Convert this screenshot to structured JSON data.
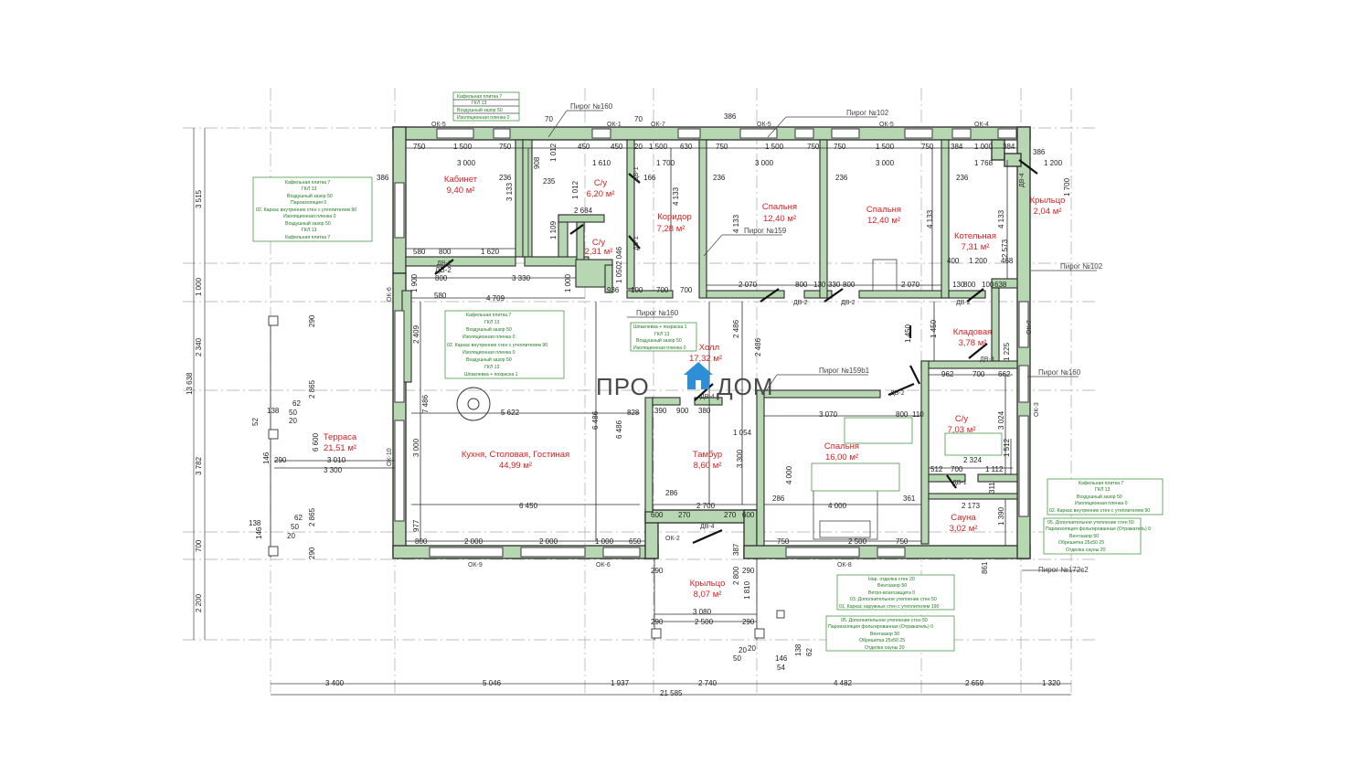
{
  "logo": {
    "left": "ПРО",
    "right": "ДОМ",
    "accent": "#2f8fd6"
  },
  "rooms": [
    {
      "id": "kabinet",
      "name": "Кабинет",
      "area": "9,40 м²"
    },
    {
      "id": "su1",
      "name": "С/у",
      "area": "6,20 м²"
    },
    {
      "id": "su2",
      "name": "С/у",
      "area": "2,31 м²"
    },
    {
      "id": "koridor",
      "name": "Коридор",
      "area": "7,28 м²"
    },
    {
      "id": "spalnya1",
      "name": "Спальня",
      "area": "12,40 м²"
    },
    {
      "id": "spalnya2",
      "name": "Спальня",
      "area": "12,40 м²"
    },
    {
      "id": "kotelnaya",
      "name": "Котельная",
      "area": "7,31 м²"
    },
    {
      "id": "krylco1",
      "name": "Крыльцо",
      "area": "2,04 м²"
    },
    {
      "id": "kladovaya",
      "name": "Кладовая",
      "area": "3,78 м²"
    },
    {
      "id": "holl",
      "name": "Холл",
      "area": "17,32 м²"
    },
    {
      "id": "terrasa",
      "name": "Терраса",
      "area": "21,51 м²"
    },
    {
      "id": "kuhnya",
      "name": "Кухня, Столовая, Гостиная",
      "area": "44,99 м²"
    },
    {
      "id": "tambur",
      "name": "Тамбур",
      "area": "8,60 м²"
    },
    {
      "id": "spalnya3",
      "name": "Спальня",
      "area": "16,00 м²"
    },
    {
      "id": "su3",
      "name": "С/у",
      "area": "7,03 м²"
    },
    {
      "id": "sauna",
      "name": "Сауна",
      "area": "3,02 м²"
    },
    {
      "id": "krylco2",
      "name": "Крыльцо",
      "area": "8,07 м²"
    }
  ],
  "bottom_dims": [
    "3 400",
    "5 046",
    "1 937",
    "2 740",
    "4 482",
    "2 659",
    "1 320"
  ],
  "overall_width": "21 585",
  "left_dims": [
    "3 515",
    "1 000",
    "2 340",
    "3 782",
    "700",
    "2 200"
  ],
  "overall_height": "13 638",
  "window_tags": [
    "ОК-5",
    "ОК-1",
    "ОК-7",
    "ОК-5",
    "ОК-5",
    "ОК-4",
    "ОК-6",
    "ОК-10",
    "ОК-9",
    "ОК-6",
    "ОК-2",
    "ОК-8",
    "ОК-7",
    "ОК-3"
  ],
  "door_tags": [
    "ДВ-1",
    "ДВ-1",
    "ДВ-2",
    "ДВ-2",
    "ДВ-2",
    "ДВ-2",
    "ДВ-3",
    "ДВ-4",
    "ДВ-4",
    "ДВ-2",
    "ДВ-1"
  ],
  "pirog": [
    "Пирог №160",
    "Пирог №102",
    "Пирог №159",
    "Пирог №160",
    "Пирог №102",
    "Пирог №159b1",
    "Пирог №160",
    "Пирог №172с2"
  ],
  "legends": {
    "top": [
      "Кафельная плитка 7",
      "ГКЛ 13",
      "Воздушный зазор 50",
      "Изоляционная пленка 0"
    ],
    "left": [
      "Кафельная плитка 7",
      "ГКЛ 13",
      "Воздушный зазор 50",
      "Пароизоляция 0",
      "02. Каркас внутренних стен с утеплителем 90",
      "Изоляционная пленка 0",
      "Воздушный зазор 50",
      "ГКЛ 13",
      "Кафельная плитка 7"
    ],
    "center": [
      "Кафельная плитка 7",
      "ГКЛ 13",
      "Воздушный зазор 50",
      "Изоляционная пленка 0",
      "02. Каркас внутренних стен с утеплителем 90",
      "Изоляционная пленка 0",
      "Воздушный зазор 50",
      "ГКЛ 13",
      "Шпаклевка + покраска 1"
    ],
    "hall": [
      "Шпаклевка + покраска 1",
      "ГКЛ 13",
      "Воздушный зазор 50",
      "Изоляционная пленка 0"
    ],
    "right": [
      "Кафельная плитка 7",
      "ГКЛ 13",
      "Воздушный зазор 50",
      "Изоляционная пленка 0",
      "02. Каркас внутренних стен с утеплителем 90"
    ],
    "sauna": [
      "05. Дополнительное утепление стен 50",
      "Пароизоляция фольгированная (Отражатель) 0",
      "Вентзазор 50",
      "Обрешетка 25х50 25",
      "Отделка сауны 20"
    ],
    "outer": [
      "Нар. отделка стен 20",
      "Вентзазор 50",
      "Ветро-влагозащита 0",
      "03. Дополнительное утепление стен 50",
      "01. Каркас наружных стен с утеплителем 190"
    ],
    "bottom": [
      "05. Дополнительное утепление стен 50",
      "Пароизоляция фольгированная (Отражатель) 0",
      "Вентзазор 50",
      "Обрешетка 25х50 25",
      "Отделка сауны 20"
    ]
  }
}
